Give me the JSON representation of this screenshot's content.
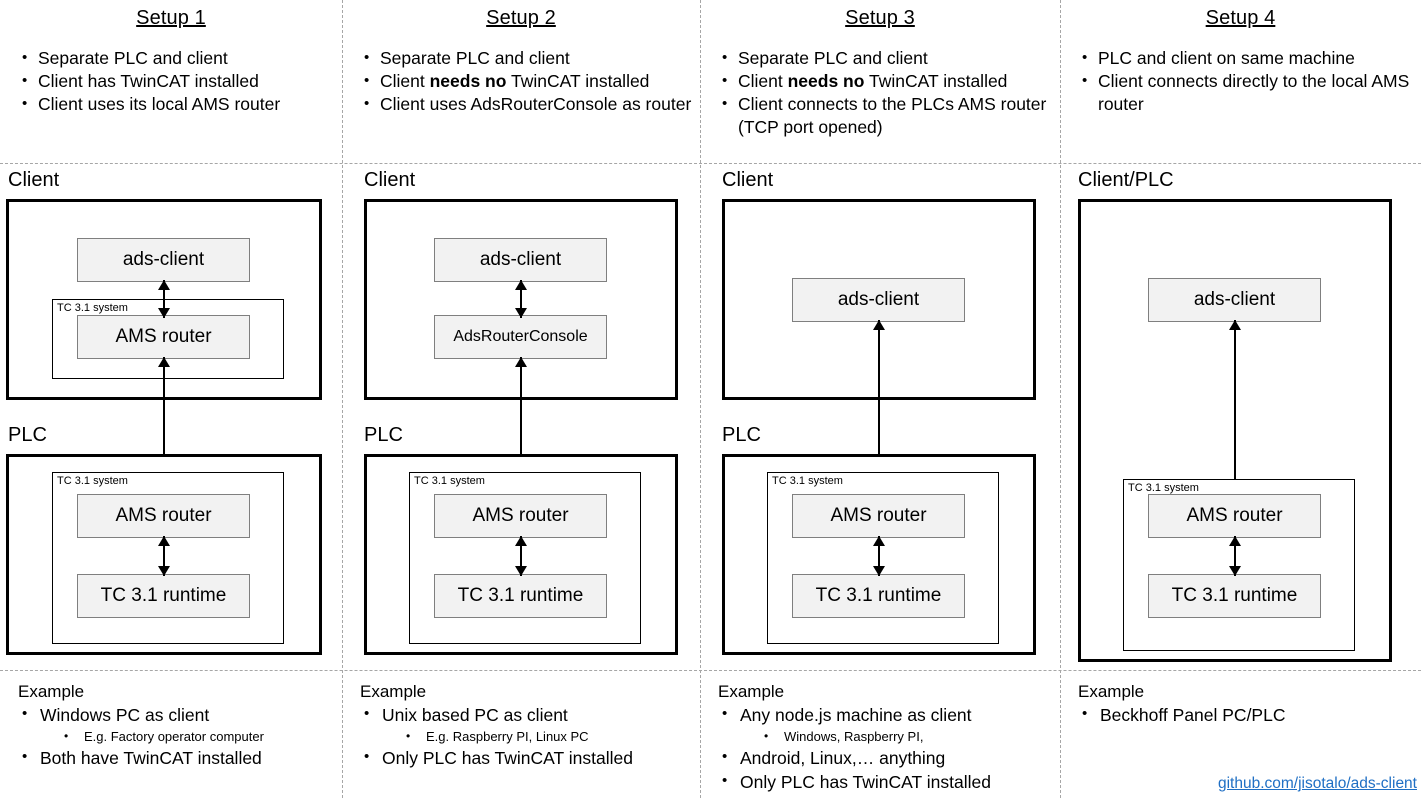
{
  "layout": {
    "accent_link_color": "#1f6fc4",
    "node_fill": "#f2f2f2",
    "divider_color": "#a6a6a6"
  },
  "columns": [
    {
      "title": "Setup 1",
      "bullets": [
        {
          "text": "Separate PLC and client"
        },
        {
          "text": "Client has TwinCAT installed"
        },
        {
          "text": "Client uses its local AMS router"
        }
      ],
      "client_label": "Client",
      "plc_label": "PLC",
      "tc_system_label": "TC 3.1 system",
      "nodes": {
        "ads_client": "ads-client",
        "client_router": "AMS router",
        "plc_router": "AMS router",
        "plc_runtime": "TC 3.1 runtime"
      },
      "example_title": "Example",
      "example_bullets": [
        {
          "text": "Windows PC as client",
          "level": 1
        },
        {
          "text": "E.g. Factory operator computer",
          "level": 2
        },
        {
          "text": "Both have TwinCAT installed",
          "level": 1
        }
      ]
    },
    {
      "title": "Setup 2",
      "bullets": [
        {
          "text": "Separate PLC and client"
        },
        {
          "pre": "Client ",
          "bold": "needs no",
          "post": " TwinCAT installed"
        },
        {
          "text": "Client uses AdsRouterConsole as router"
        }
      ],
      "client_label": "Client",
      "plc_label": "PLC",
      "tc_system_label": "TC 3.1 system",
      "nodes": {
        "ads_client": "ads-client",
        "client_router": "AdsRouterConsole",
        "plc_router": "AMS router",
        "plc_runtime": "TC 3.1 runtime"
      },
      "example_title": "Example",
      "example_bullets": [
        {
          "text": "Unix based PC as client",
          "level": 1
        },
        {
          "text": "E.g. Raspberry PI, Linux PC",
          "level": 2
        },
        {
          "text": "Only PLC has TwinCAT installed",
          "level": 1
        }
      ]
    },
    {
      "title": "Setup 3",
      "bullets": [
        {
          "text": "Separate PLC and client"
        },
        {
          "pre": "Client ",
          "bold": "needs no",
          "post": " TwinCAT installed"
        },
        {
          "text": "Client connects to the PLCs AMS router (TCP port opened)"
        }
      ],
      "client_label": "Client",
      "plc_label": "PLC",
      "tc_system_label": "TC 3.1 system",
      "nodes": {
        "ads_client": "ads-client",
        "plc_router": "AMS router",
        "plc_runtime": "TC 3.1 runtime"
      },
      "example_title": "Example",
      "example_bullets": [
        {
          "text": "Any node.js machine as client",
          "level": 1
        },
        {
          "text": "Windows, Raspberry PI,",
          "level": 2
        },
        {
          "text": "Android, Linux,… anything",
          "level": 2.5
        },
        {
          "text": "Only PLC has TwinCAT installed",
          "level": 1
        }
      ]
    },
    {
      "title": "Setup 4",
      "bullets": [
        {
          "text": "PLC and client on same machine"
        },
        {
          "text": "Client connects directly to the local AMS router"
        }
      ],
      "client_label": "Client/PLC",
      "tc_system_label": "TC 3.1 system",
      "nodes": {
        "ads_client": "ads-client",
        "plc_router": "AMS router",
        "plc_runtime": "TC 3.1 runtime"
      },
      "example_title": "Example",
      "example_bullets": [
        {
          "text": "Beckhoff Panel PC/PLC",
          "level": 1
        }
      ]
    }
  ],
  "footer": {
    "link_text": "github.com/jisotalo/ads-client"
  }
}
